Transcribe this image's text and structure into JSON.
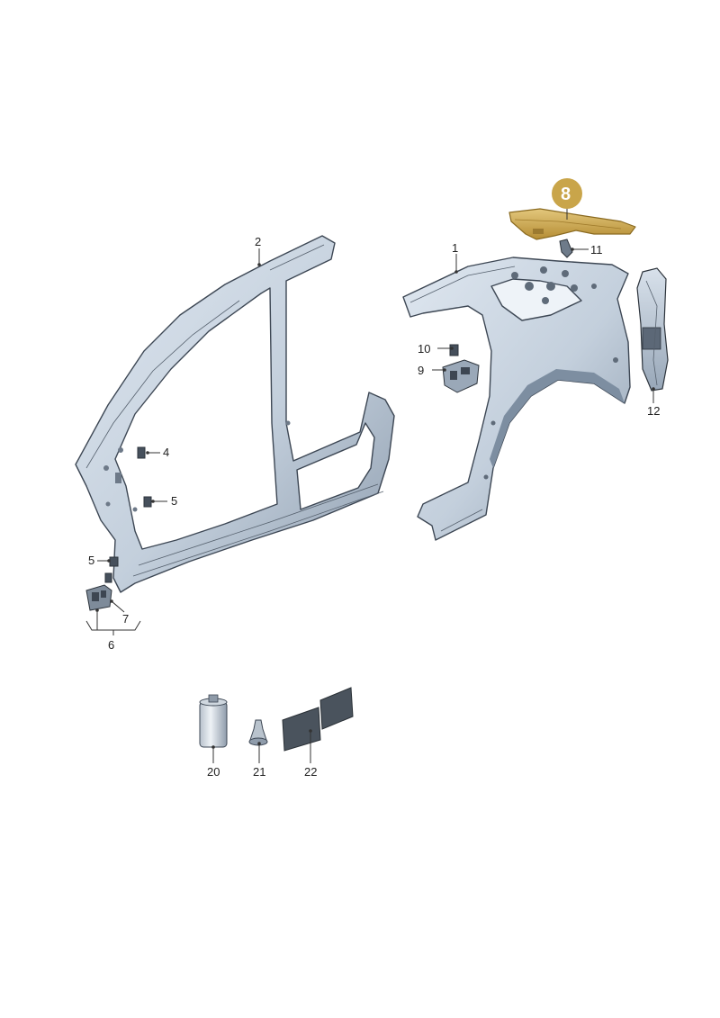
{
  "diagram": {
    "highlight_color": "#c9a54a",
    "panel_color": "#c9d5e2",
    "panel_shadow_color": "#8e9dae",
    "highlighted_part": "8",
    "callouts": {
      "c1": "1",
      "c2": "2",
      "c4": "4",
      "c5a": "5",
      "c5b": "5",
      "c6": "6",
      "c7": "7",
      "c8": "8",
      "c9": "9",
      "c10": "10",
      "c11": "11",
      "c12": "12",
      "c20": "20",
      "c21": "21",
      "c22": "22"
    }
  }
}
